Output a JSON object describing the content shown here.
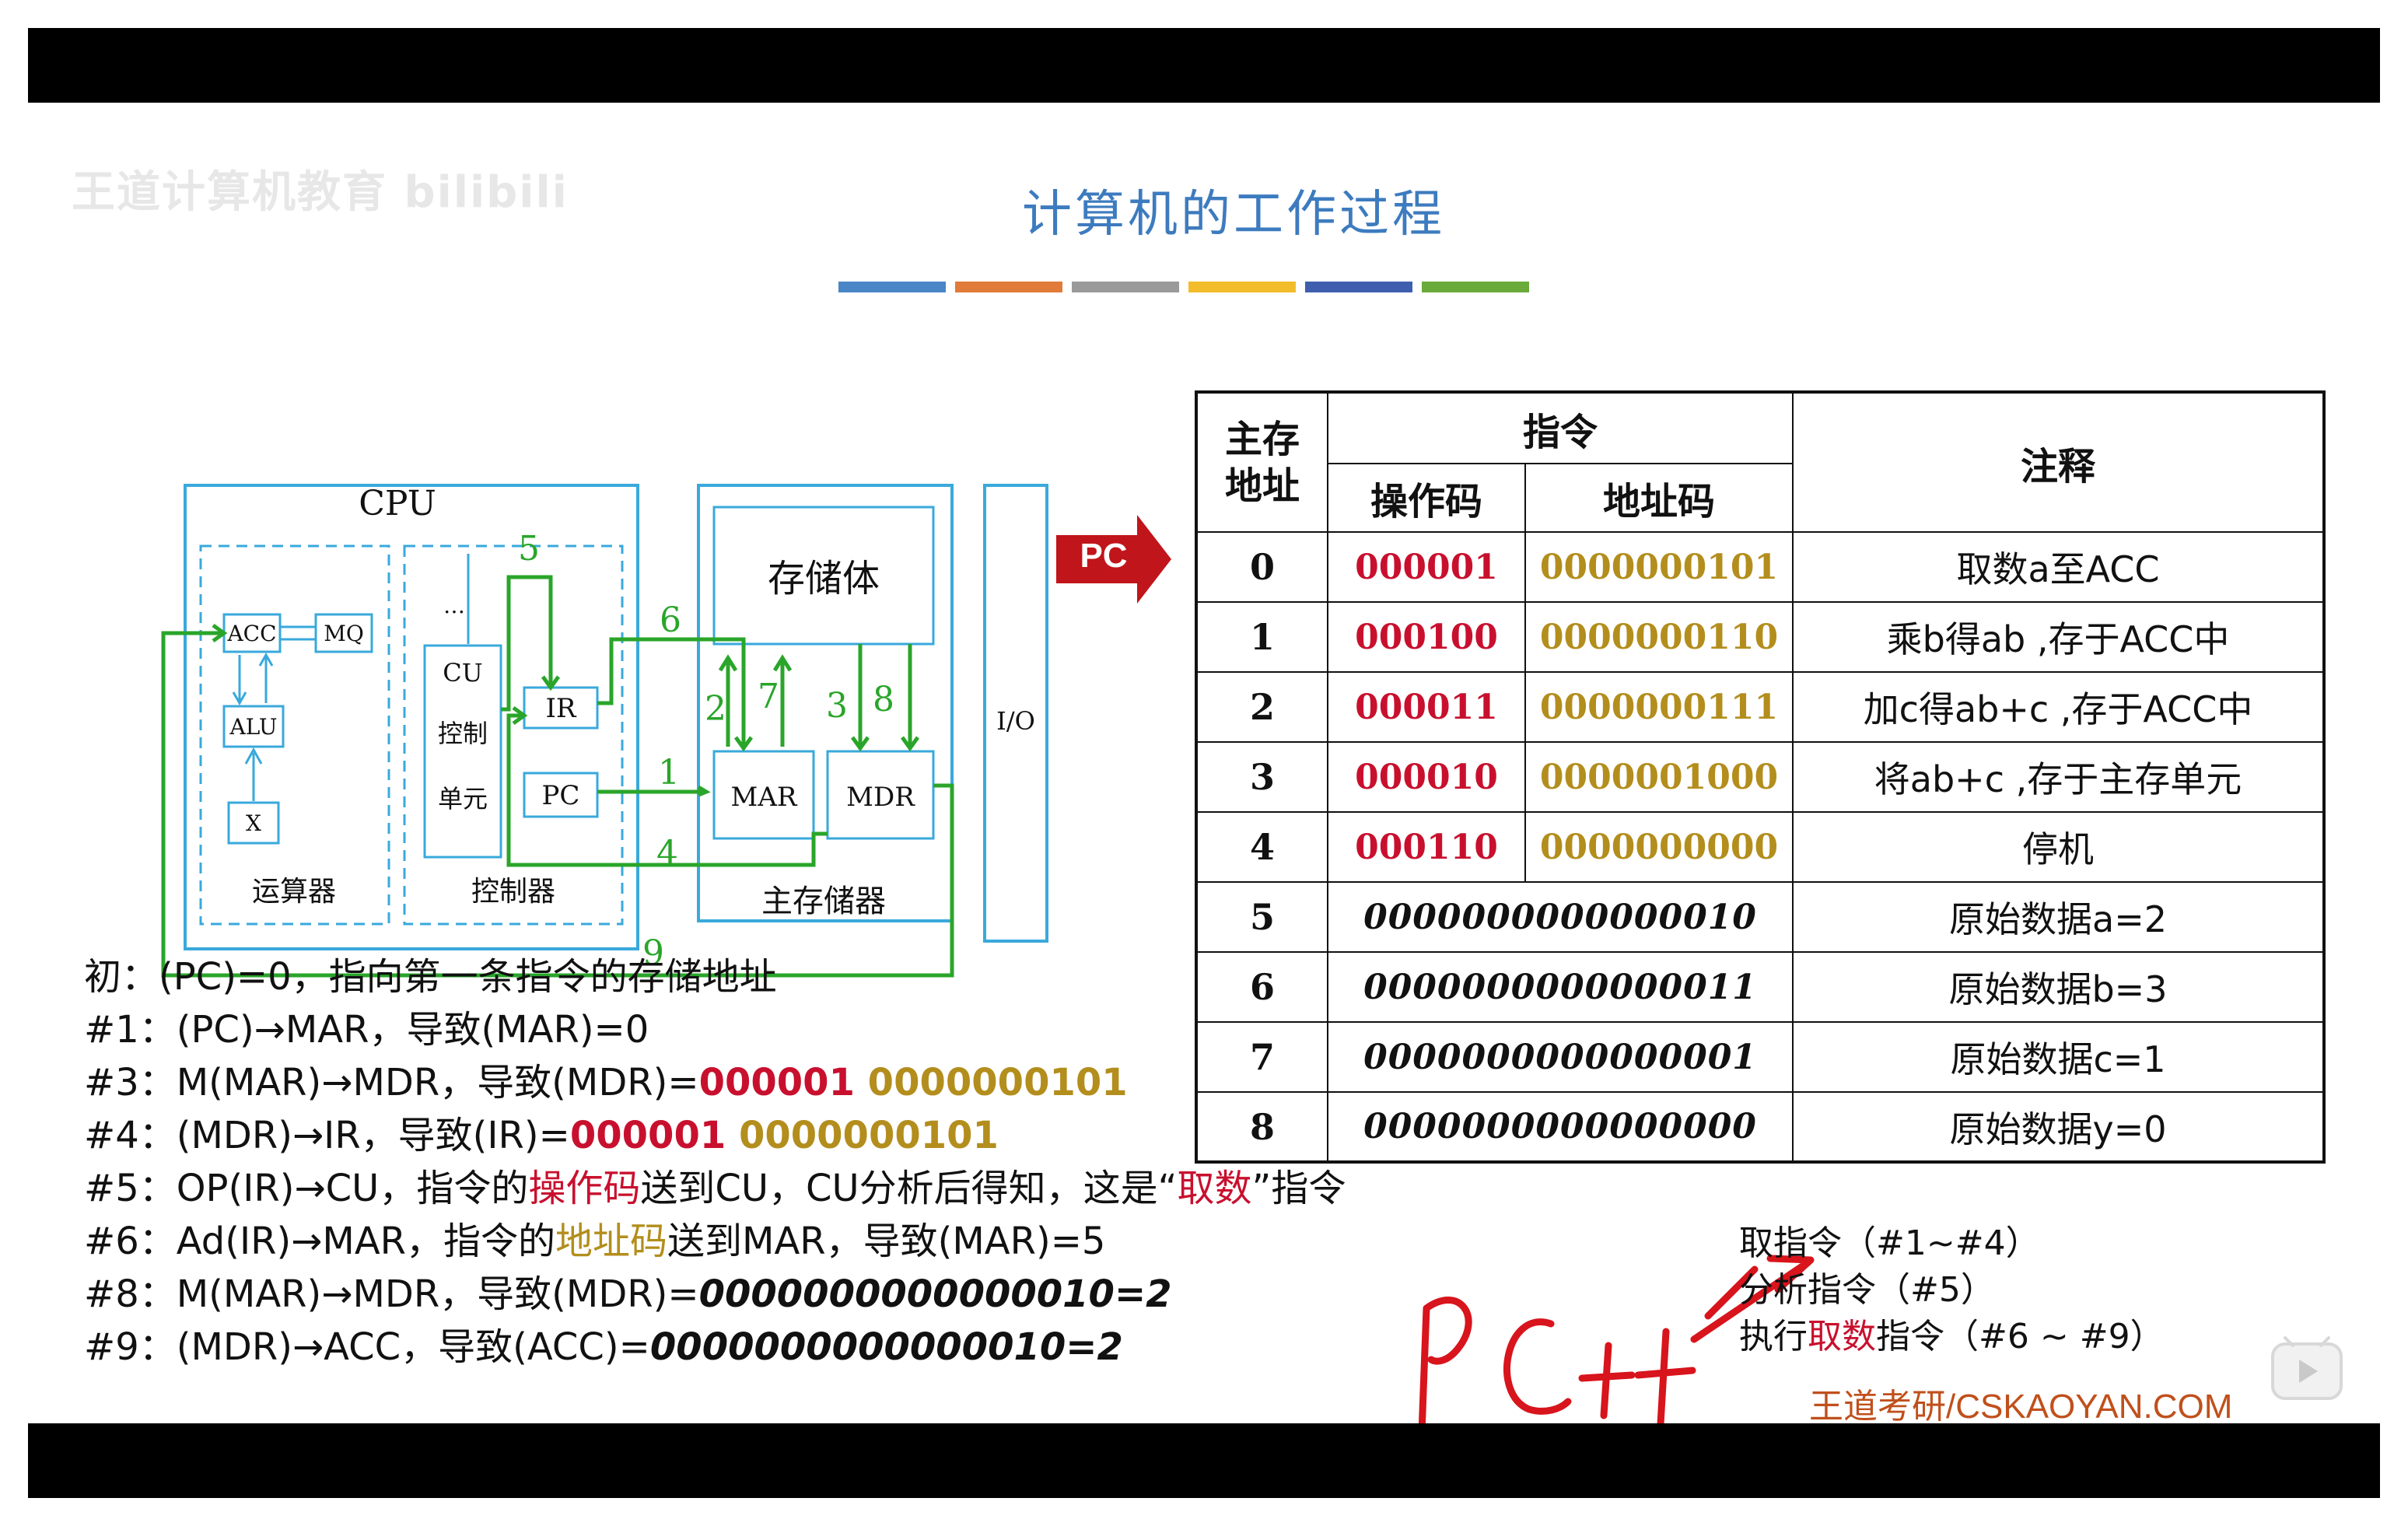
{
  "watermark": "王道计算机教育 bilibili",
  "slide_title": "计算机的工作过程",
  "title_stripe_colors": [
    "#4a86c5",
    "#e07b39",
    "#9a9a9a",
    "#f2bc2a",
    "#3f5fae",
    "#6aaa3a"
  ],
  "colors": {
    "blue_box": "#39a9dc",
    "green_path": "#2aa52a",
    "red": "#c8102e",
    "gold": "#b38e1d",
    "pc_arrow": "#c0151a"
  },
  "diagram": {
    "cpu": "CPU",
    "acc": "ACC",
    "mq": "MQ",
    "alu": "ALU",
    "x": "X",
    "alu_unit": "运算器",
    "cu": "CU",
    "cu_line1": "控制",
    "cu_line2": "单元",
    "dots": "…",
    "ir": "IR",
    "pc": "PC",
    "controller": "控制器",
    "storage": "存储体",
    "mar": "MAR",
    "mdr": "MDR",
    "main_memory": "主存储器",
    "io": "I/O",
    "path_numbers": {
      "n1": "1",
      "n2": "2",
      "n3": "3",
      "n4": "4",
      "n5": "5",
      "n6": "6",
      "n7": "7",
      "n8": "8",
      "n9": "9"
    }
  },
  "pc_arrow_label": "PC",
  "table": {
    "headers": {
      "addr_line1": "主存",
      "addr_line2": "地址",
      "instr": "指令",
      "opcode": "操作码",
      "addrcode": "地址码",
      "note": "注释"
    },
    "rows": [
      {
        "addr": "0",
        "op": "000001",
        "ad": "0000000101",
        "note": "取数a至ACC"
      },
      {
        "addr": "1",
        "op": "000100",
        "ad": "0000000110",
        "note": "乘b得ab ,存于ACC中"
      },
      {
        "addr": "2",
        "op": "000011",
        "ad": "0000000111",
        "note": "加c得ab+c ,存于ACC中"
      },
      {
        "addr": "3",
        "op": "000010",
        "ad": "0000001000",
        "note": "将ab+c ,存于主存单元"
      },
      {
        "addr": "4",
        "op": "000110",
        "ad": "0000000000",
        "note": "停机"
      }
    ],
    "data_rows": [
      {
        "addr": "5",
        "data": "0000000000000010",
        "note": "原始数据a=2"
      },
      {
        "addr": "6",
        "data": "0000000000000011",
        "note": "原始数据b=3"
      },
      {
        "addr": "7",
        "data": "0000000000000001",
        "note": "原始数据c=1"
      },
      {
        "addr": "8",
        "data": "0000000000000000",
        "note": "原始数据y=0"
      }
    ]
  },
  "steps": {
    "s0": "初：(PC)=0，指向第一条指令的存储地址",
    "s1": "#1：(PC)→MAR，导致(MAR)=0",
    "s3_a": "#3：M(MAR)→MDR，导致(MDR)=",
    "s3_op": "000001",
    "s3_ad": " 0000000101",
    "s4_a": "#4：(MDR)→IR，导致(IR)=",
    "s4_op": "000001",
    "s4_ad": " 0000000101",
    "s5_a": "#5：OP(IR)→CU，指令的",
    "s5_b": "操作码",
    "s5_c": "送到CU，CU分析后得知，这是“",
    "s5_d": "取数",
    "s5_e": "”指令",
    "s6_a": "#6：Ad(IR)→MAR，指令的",
    "s6_b": "地址码",
    "s6_c": "送到MAR，导致(MAR)=5",
    "s8_a": "#8：M(MAR)→MDR，导致(MDR)=",
    "s8_b": "0000000000000010=2",
    "s9_a": "#9：(MDR)→ACC，导致(ACC)=",
    "s9_b": "0000000000000010=2"
  },
  "phases": {
    "fetch": "取指令（#1~#4）",
    "analyze": "分析指令（#5）",
    "exec_a": "执行",
    "exec_b": "取数",
    "exec_c": "指令（#6 ~ #9）"
  },
  "handwriting": "PC++",
  "footer_brand": "王道考研/CSKAOYAN.COM",
  "icons": {
    "play": "play-icon"
  }
}
